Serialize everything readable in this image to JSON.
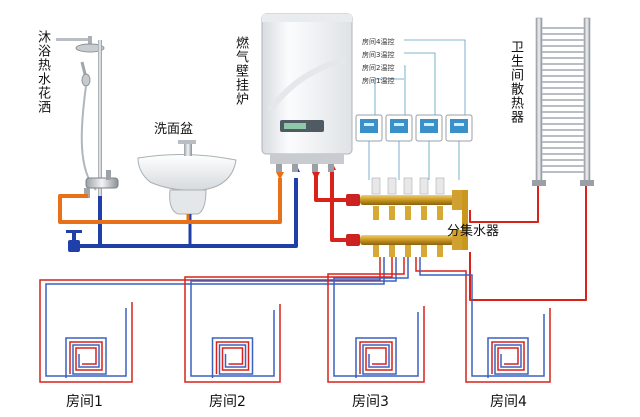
{
  "labels": {
    "shower": "沐浴热水花洒",
    "basin": "洗面盆",
    "boiler": "燃气壁挂炉",
    "thermostats": [
      "房间4温控",
      "房间3温控",
      "房间2温控",
      "房间1温控"
    ],
    "radiator": "卫生间散热器",
    "manifold": "分集水器",
    "rooms": [
      "房间1",
      "房间2",
      "房间3",
      "房间4"
    ]
  },
  "colors": {
    "hot_water": "#e87018",
    "cold_water": "#1f40a8",
    "heating_supply": "#d8221a",
    "heating_return": "#3a60c0",
    "control_wire": "#5aa0c0",
    "thermostat_screen": "#3a90c8"
  }
}
